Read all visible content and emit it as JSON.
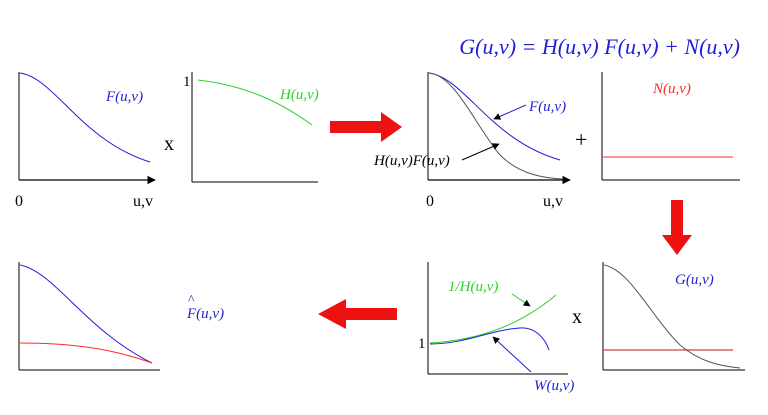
{
  "equation": "G(u,v) = H(u,v) F(u,v) + N(u,v)",
  "colors": {
    "blue": "#1f1fd6",
    "green": "#2ed12e",
    "red": "#ff2a2a",
    "black": "#000000",
    "grey": "#555555",
    "arrow_red": "#ee1111"
  },
  "panels": {
    "f": {
      "label": "F(u,v)",
      "origin_label": "0",
      "axis_label": "u,v"
    },
    "h": {
      "label": "H(u,v)",
      "tick_label": "1"
    },
    "times_1": "x",
    "fh": {
      "f_label": "F(u,v)",
      "hf_label": "H(u,v)F(u,v)",
      "origin_label": "0",
      "axis_label": "u,v"
    },
    "plus": "+",
    "n": {
      "label": "N(u,v)"
    },
    "g": {
      "label": "G(u,v)"
    },
    "inv": {
      "inv_label": "1/H(u,v)",
      "w_label": "W(u,v)",
      "tick_label": "1"
    },
    "times_2": "x",
    "restored": {
      "hat": "^",
      "label": "F(u,v)"
    }
  },
  "arrows": [
    {
      "name": "arrow-right",
      "direction": "right"
    },
    {
      "name": "arrow-down",
      "direction": "down"
    },
    {
      "name": "arrow-left",
      "direction": "left"
    }
  ]
}
